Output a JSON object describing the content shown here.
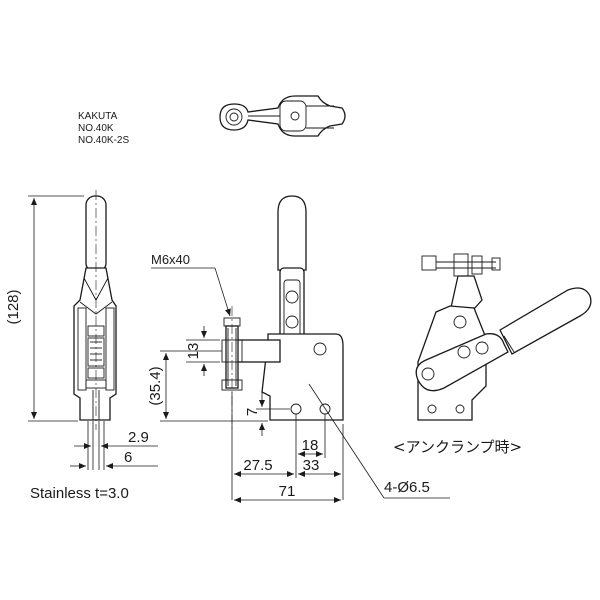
{
  "header": {
    "maker": "KAKUTA",
    "model_1": "NO.40K",
    "model_2": "NO.40K-2S"
  },
  "dimensions": {
    "total_height": "(128)",
    "width_2_9": "2.9",
    "width_6": "6",
    "bolt": "M6x40",
    "d13": "13",
    "d35_4": "(35.4)",
    "d7": "7",
    "d18": "18",
    "d27_5": "27.5",
    "d33": "33",
    "d71": "71",
    "holes": "4-Ø6.5"
  },
  "notes": {
    "material": "Stainless t=3.0",
    "unclamp": "<アンクランプ時>"
  }
}
